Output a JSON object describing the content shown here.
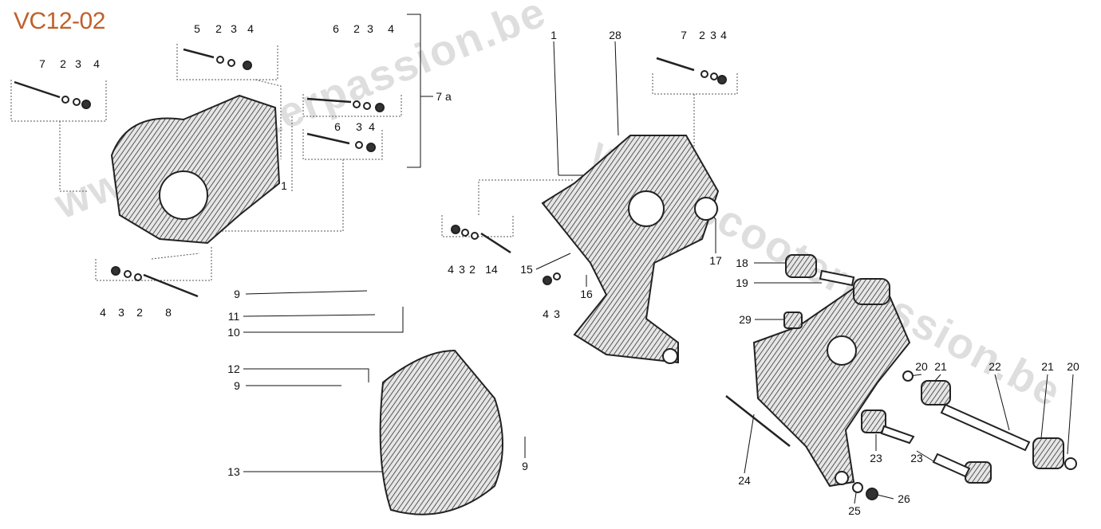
{
  "title": "VC12-02",
  "watermark": {
    "left": "www.scooterpassion.be",
    "right": "www.scooterpassion.be"
  },
  "colors": {
    "title": "#c0602a",
    "parts": "#3a3a3a"
  },
  "labels": [
    "7",
    "2",
    "3",
    "4",
    "5",
    "2",
    "3",
    "4",
    "6",
    "2",
    "3",
    "4",
    "7 a",
    "6",
    "3",
    "4",
    "1",
    "4",
    "3",
    "2",
    "8",
    "9",
    "11",
    "10",
    "12",
    "9",
    "13",
    "9",
    "1",
    "28",
    "7",
    "2",
    "3",
    "4",
    "4",
    "3",
    "2",
    "14",
    "15",
    "16",
    "4",
    "3",
    "17",
    "18",
    "19",
    "29",
    "20",
    "21",
    "22",
    "21",
    "20",
    "23",
    "23",
    "24",
    "25",
    "26"
  ]
}
